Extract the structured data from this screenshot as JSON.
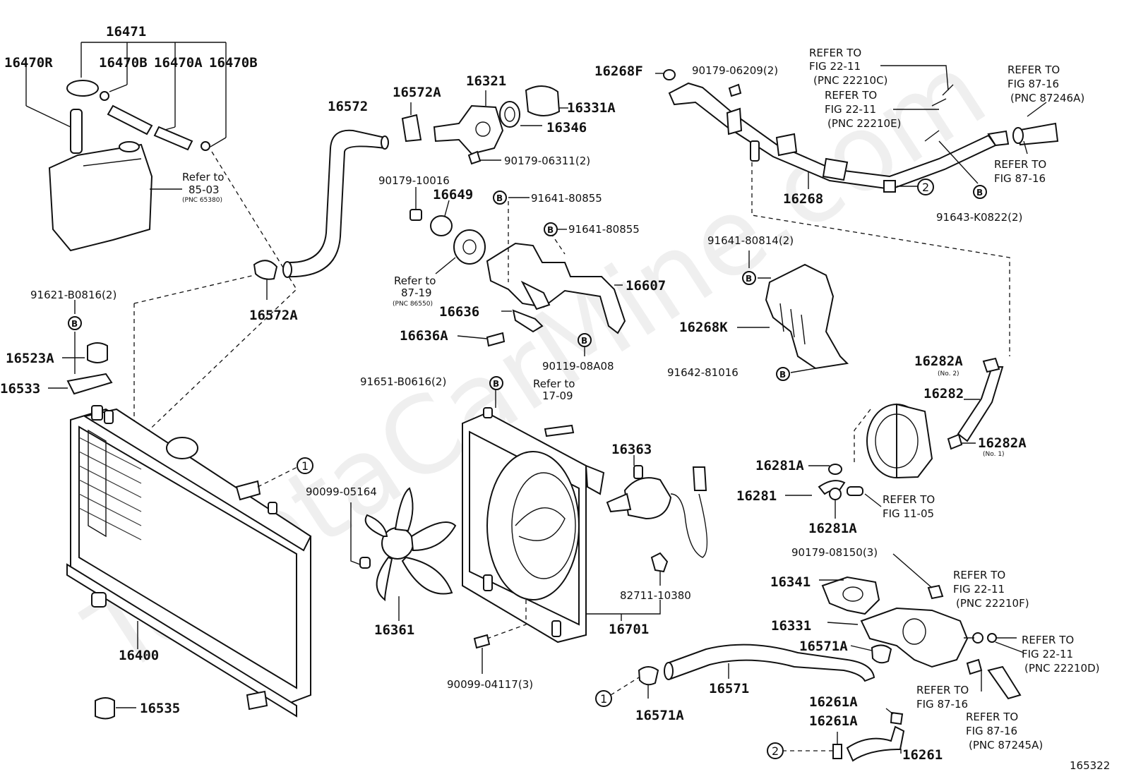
{
  "diagram": {
    "watermark": "ToyotaCarMine.com",
    "figure_number": "165322",
    "labels": {
      "p16471": "16471",
      "p16470R": "16470R",
      "p16470B_1": "16470B",
      "p16470A": "16470A",
      "p16470B_2": "16470B",
      "refer_85_03_a": "Refer to",
      "refer_85_03_b": "85-03",
      "refer_85_03_c": "(PNC 65380)",
      "p16572": "16572",
      "p16572A_top": "16572A",
      "p16572A_bot": "16572A",
      "p16321": "16321",
      "p16331A": "16331A",
      "p16346": "16346",
      "p90179_06311": "90179-06311(2)",
      "p90179_10016": "90179-10016",
      "p16649": "16649",
      "p91641_80855_a": "91641-80855",
      "p91641_80855_b": "91641-80855",
      "refer_87_19_a": "Refer to",
      "refer_87_19_b": "87-19",
      "refer_87_19_c": "(PNC 86550)",
      "p16607": "16607",
      "p16636": "16636",
      "p16636A": "16636A",
      "p90119_08A08": "90119-08A08",
      "p16268F": "16268F",
      "p90179_06209": "90179-06209(2)",
      "refer_22_11_c_1": "REFER TO",
      "refer_22_11_c_2": "FIG 22-11",
      "refer_22_11_c_3": "(PNC 22210C)",
      "refer_22_11_e_1": "REFER TO",
      "refer_22_11_e_2": "FIG 22-11",
      "refer_22_11_e_3": "(PNC 22210E)",
      "refer_87_16_a_1": "REFER TO",
      "refer_87_16_a_2": "FIG 87-16",
      "refer_87_16_a_3": "(PNC 87246A)",
      "refer_87_16_b_1": "REFER TO",
      "refer_87_16_b_2": "FIG 87-16",
      "p16268": "16268",
      "p91643_K0822": "91643-K0822(2)",
      "p91641_80814": "91641-80814(2)",
      "p16268K": "16268K",
      "p91642_81016": "91642-81016",
      "p91621_B0816": "91621-B0816(2)",
      "p16523A": "16523A",
      "p16533": "16533",
      "p16282A_top": "16282A",
      "p16282A_top_sub": "(No. 2)",
      "p16282": "16282",
      "p16282A_bot": "16282A",
      "p16282A_bot_sub": "(No. 1)",
      "p91651_B0616": "91651-B0616(2)",
      "refer_17_09_a": "Refer to",
      "refer_17_09_b": "17-09",
      "p16363": "16363",
      "p16281A_top": "16281A",
      "p16281": "16281",
      "p16281A_bot": "16281A",
      "refer_11_05_1": "REFER TO",
      "refer_11_05_2": "FIG 11-05",
      "p90099_05164": "90099-05164",
      "p90179_08150": "90179-08150(3)",
      "p16341": "16341",
      "refer_22_11_f_1": "REFER TO",
      "refer_22_11_f_2": "FIG 22-11",
      "refer_22_11_f_3": "(PNC 22210F)",
      "p82711_10380": "82711-10380",
      "p16331": "16331",
      "refer_22_11_d_1": "REFER TO",
      "refer_22_11_d_2": "FIG 22-11",
      "refer_22_11_d_3": "(PNC 22210D)",
      "p16361": "16361",
      "p16701": "16701",
      "p16571A_right": "16571A",
      "p16400": "16400",
      "p90099_04117": "90099-04117(3)",
      "p16571": "16571",
      "p16571A_bot": "16571A",
      "p16261A_1": "16261A",
      "p16261A_2": "16261A",
      "refer_87_16_c_1": "REFER TO",
      "refer_87_16_c_2": "FIG 87-16",
      "refer_87_16_d_1": "REFER TO",
      "refer_87_16_d_2": "FIG 87-16",
      "refer_87_16_d_3": "(PNC 87245A)",
      "p16535": "16535",
      "p16261": "16261",
      "circle_1": "1",
      "circle_2": "2",
      "badge_b": "B"
    }
  }
}
